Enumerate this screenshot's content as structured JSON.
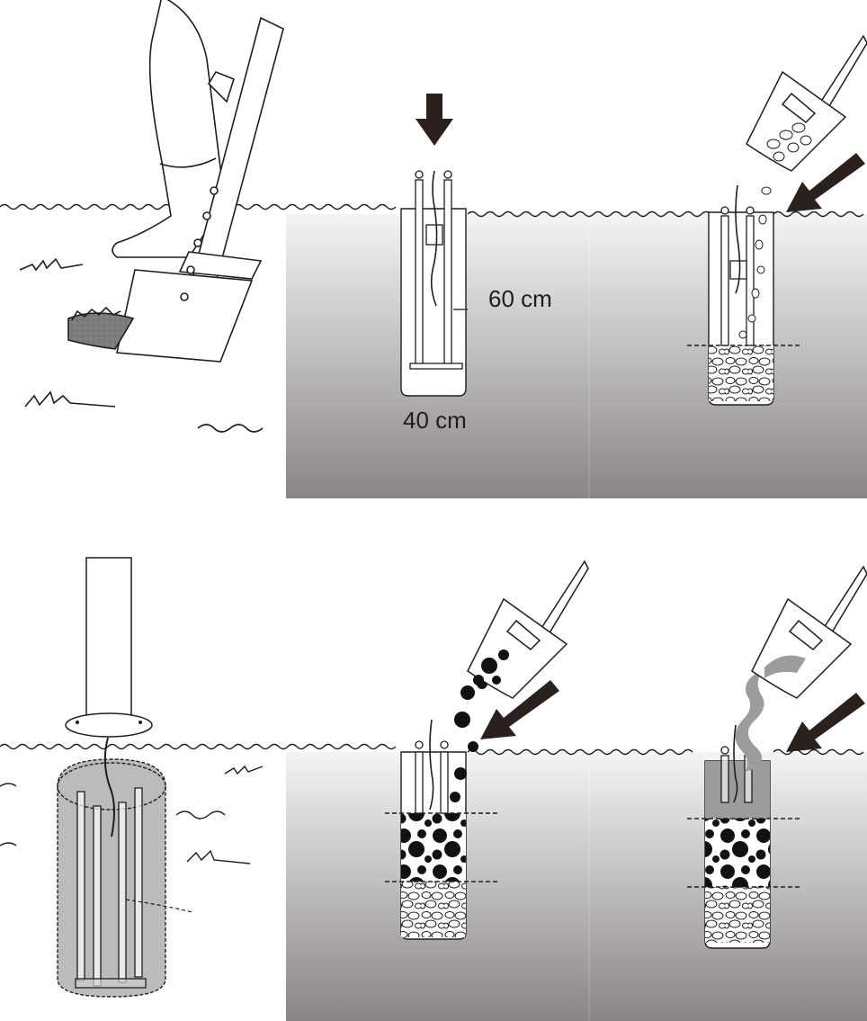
{
  "labels": {
    "depth": "60 cm",
    "width": "40 cm"
  },
  "colors": {
    "ground_top": "#f4f4f4",
    "ground_bottom": "#8a8585",
    "ink": "#1e1e1e",
    "concrete": "#9c9c9c",
    "dark_arrow": "#2a201c"
  },
  "steps": [
    {
      "name": "dig-hole-with-shovel"
    },
    {
      "name": "insert-anchor-frame"
    },
    {
      "name": "fill-gravel-layer"
    },
    {
      "name": "mount-post-on-anchor"
    },
    {
      "name": "fill-coarse-soil-layer"
    },
    {
      "name": "pour-concrete-top-layer"
    }
  ]
}
